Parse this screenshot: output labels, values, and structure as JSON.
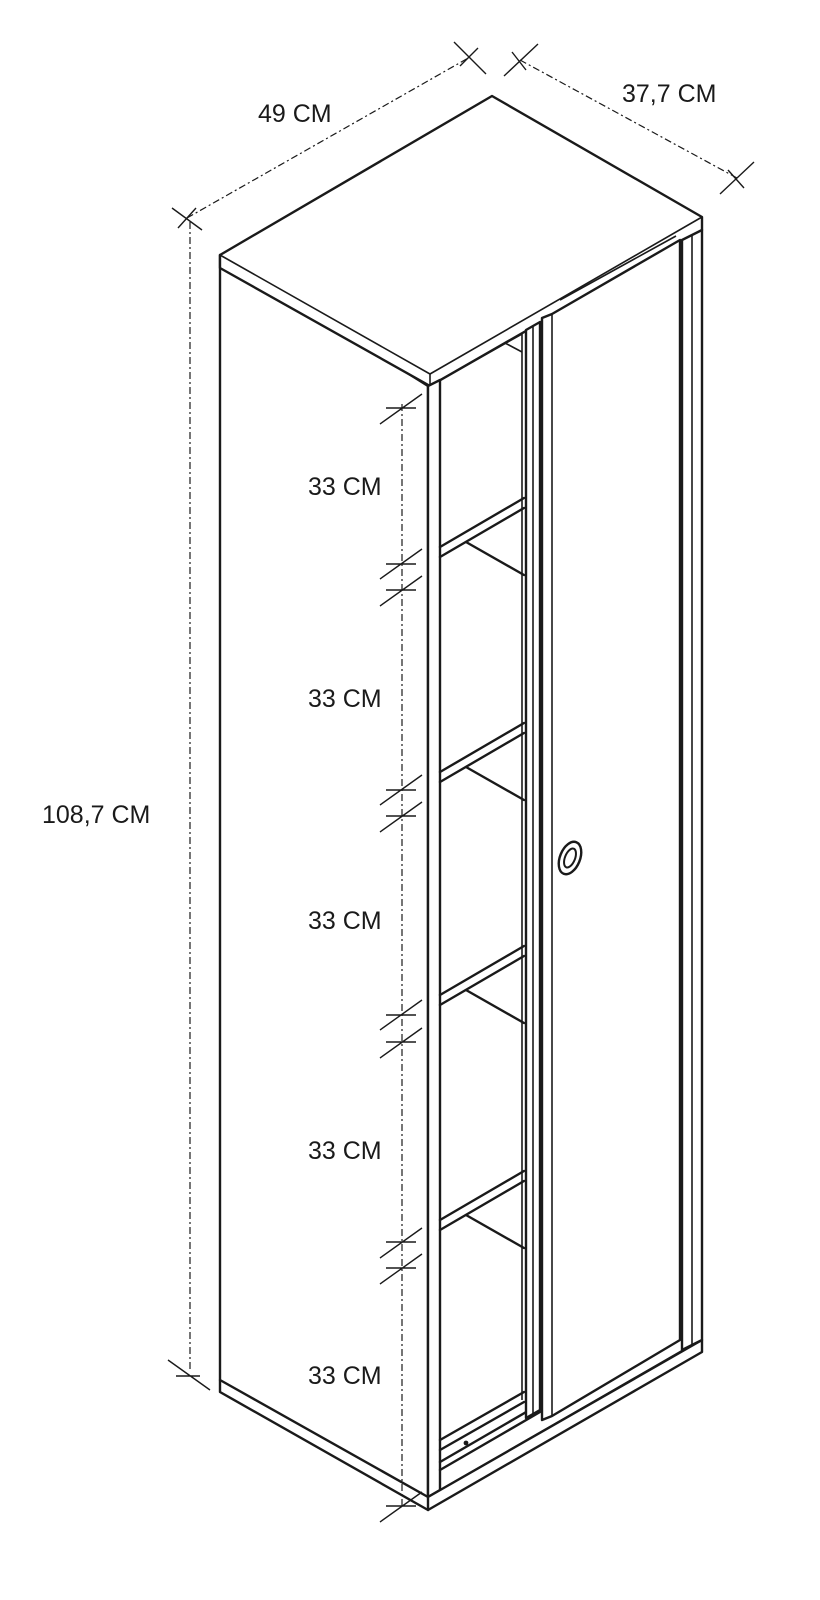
{
  "dimensions": {
    "width": "49 CM",
    "depth": "37,7 CM",
    "height": "108,7 CM",
    "compartments": [
      "33 CM",
      "33 CM",
      "33 CM",
      "33 CM",
      "33 CM"
    ]
  }
}
